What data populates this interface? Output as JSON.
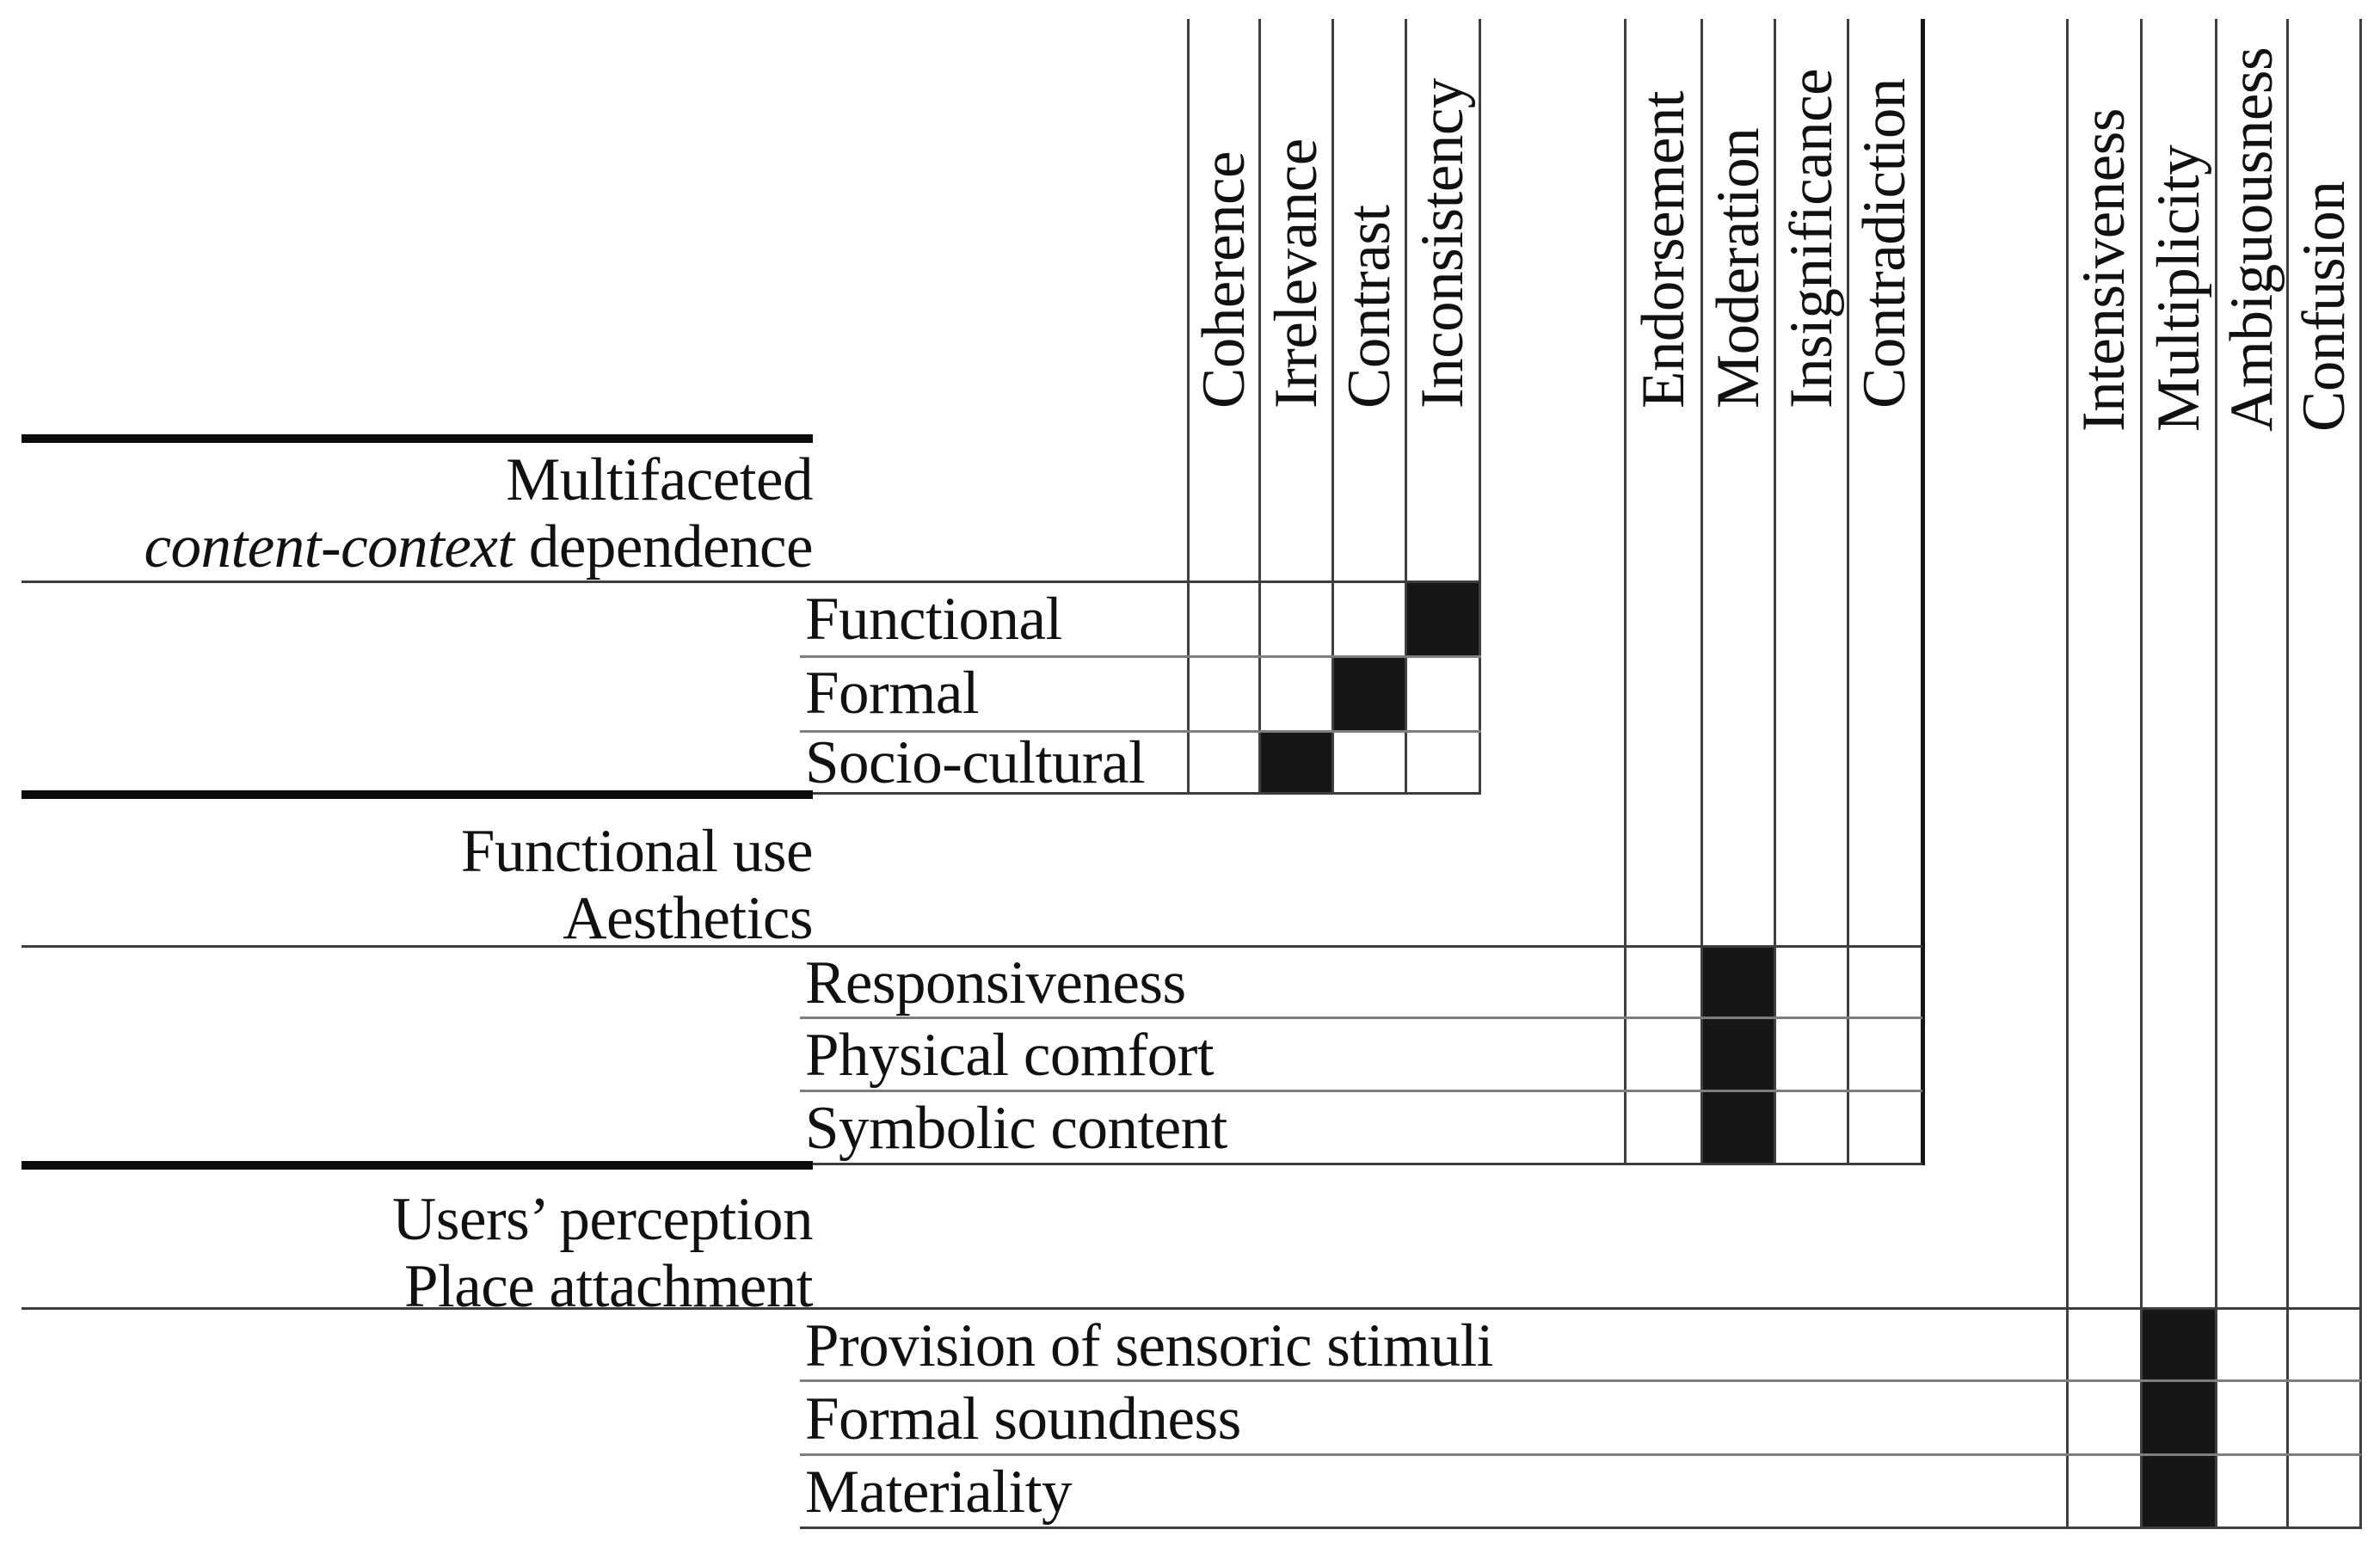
{
  "figure": {
    "colors": {
      "background": "#ffffff",
      "text": "#111111",
      "mark": "#161616",
      "thin_line": "#3d3d3d",
      "separator_line": "#7e7e7e",
      "thick_rule": "#0b0b0b"
    },
    "column_groups": [
      {
        "id": "content-context-dependence-attributes",
        "columns": [
          "Coherence",
          "Irrelevance",
          "Contrast",
          "Inconsistency"
        ]
      },
      {
        "id": "functional-use-aesthetics-attributes",
        "columns": [
          "Endorsement",
          "Moderation",
          "Insignificance",
          "Contradiction"
        ]
      },
      {
        "id": "users-perception-place-attachment-attributes",
        "columns": [
          "Intensiveness",
          "Multiplicity",
          "Ambiguousness",
          "Confusion"
        ]
      }
    ],
    "row_groups": [
      {
        "label_lines": [
          [
            {
              "text": "Multifaceted",
              "italic": false
            }
          ],
          [
            {
              "text": "content-context",
              "italic": true
            },
            {
              "text": " dependence",
              "italic": false
            }
          ]
        ],
        "rows": [
          {
            "label": "Functional",
            "marked_column": "Inconsistency"
          },
          {
            "label": "Formal",
            "marked_column": "Contrast"
          },
          {
            "label": "Socio-cultural",
            "marked_column": "Irrelevance"
          }
        ]
      },
      {
        "label_lines": [
          [
            {
              "text": "Functional use",
              "italic": false
            }
          ],
          [
            {
              "text": "Aesthetics",
              "italic": false
            }
          ]
        ],
        "rows": [
          {
            "label": "Responsiveness",
            "marked_column": "Moderation"
          },
          {
            "label": "Physical comfort",
            "marked_column": "Moderation"
          },
          {
            "label": "Symbolic content",
            "marked_column": "Moderation"
          }
        ]
      },
      {
        "label_lines": [
          [
            {
              "text": "Users’ perception",
              "italic": false
            }
          ],
          [
            {
              "text": "Place attachment",
              "italic": false
            }
          ]
        ],
        "rows": [
          {
            "label": "Provision of sensoric stimuli",
            "marked_column": "Multiplicity"
          },
          {
            "label": "Formal soundness",
            "marked_column": "Multiplicity"
          },
          {
            "label": "Materiality",
            "marked_column": "Multiplicity"
          }
        ]
      }
    ]
  }
}
